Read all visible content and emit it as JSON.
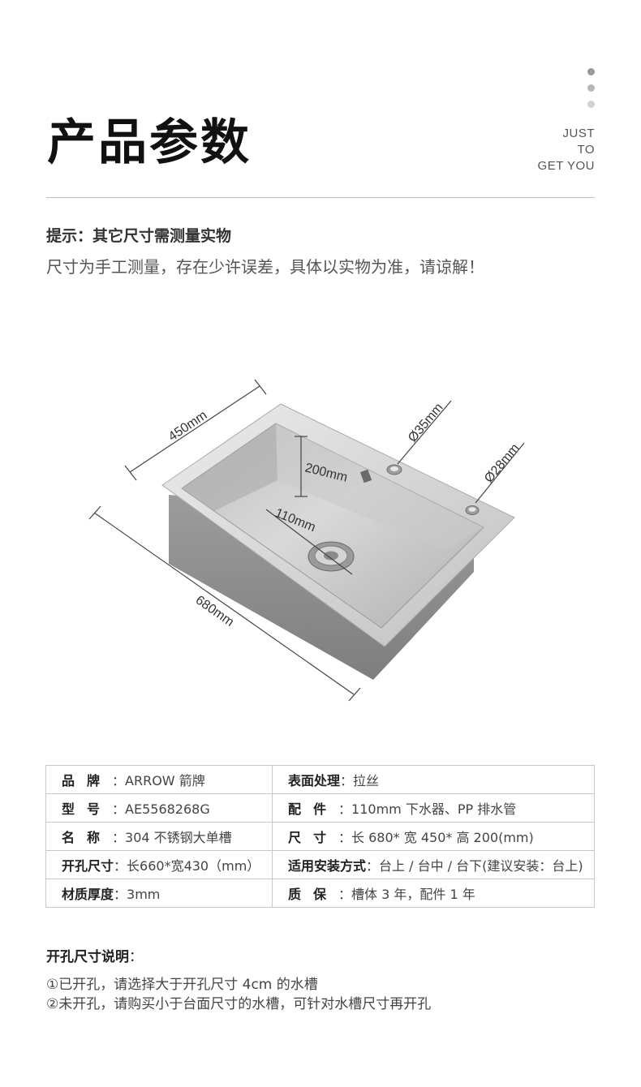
{
  "header": {
    "title": "产品参数",
    "slogan": [
      "JUST",
      "TO",
      "GET YOU"
    ]
  },
  "tip": {
    "title": "提示：其它尺寸需测量实物",
    "text": "尺寸为手工测量，存在少许误差，具体以实物为准，请谅解！"
  },
  "diagram": {
    "width_label": "450mm",
    "length_label": "680mm",
    "depth_label": "200mm",
    "drain_label": "110mm",
    "hole1_label": "Ø35mm",
    "hole2_label": "Ø28mm",
    "colors": {
      "steel_light": "#e2e2e2",
      "steel_mid": "#c4c4c4",
      "steel_dark": "#8e8e8e",
      "line": "#444444"
    }
  },
  "specs": [
    {
      "left_key": "品牌",
      "left_val": "ARROW 箭牌",
      "right_key": "表面处理",
      "right_val": "拉丝"
    },
    {
      "left_key": "型号",
      "left_val": "AE5568268G",
      "right_key": "配件",
      "right_val": "110mm 下水器、PP 排水管"
    },
    {
      "left_key": "名称",
      "left_val": "304 不锈钢大单槽",
      "right_key": "尺寸",
      "right_val": "长 680* 宽 450* 高 200(mm)"
    },
    {
      "left_key": "开孔尺寸",
      "left_val": "长660*宽430（mm）",
      "right_key": "适用安装方式",
      "right_val": "台上 / 台中 / 台下(建议安装：台上)"
    },
    {
      "left_key": "材质厚度",
      "left_val": "3mm",
      "right_key": "质保",
      "right_val": "槽体 3 年，配件 1 年"
    }
  ],
  "notes": {
    "title": "开孔尺寸说明",
    "items": [
      "①已开孔，请选择大于开孔尺寸 4cm 的水槽",
      "②未开孔，请购买小于台面尺寸的水槽，可针对水槽尺寸再开孔"
    ]
  }
}
